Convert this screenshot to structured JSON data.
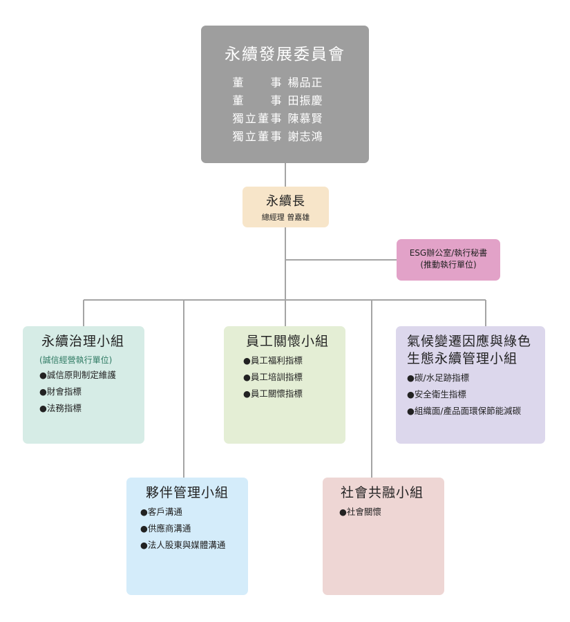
{
  "committee": {
    "title": "永續發展委員會",
    "members": [
      {
        "role": "董事",
        "name": "楊品正"
      },
      {
        "role": "董事",
        "name": "田振慶"
      },
      {
        "role": "獨立董事",
        "name": "陳慕賢"
      },
      {
        "role": "獨立董事",
        "name": "謝志鴻"
      }
    ]
  },
  "cso": {
    "title": "永續長",
    "subtitle": "總經理 曾嘉雄"
  },
  "esg_office": {
    "line1": "ESG辦公室/執行秘書",
    "line2": "(推動執行單位)"
  },
  "groups": {
    "governance": {
      "title": "永續治理小組",
      "note": "(誠信經營執行單位)",
      "items": [
        "●誠信原則制定維護",
        "●財會指標",
        "●法務指標"
      ]
    },
    "staff": {
      "title": "員工關懷小組",
      "items": [
        "●員工福利指標",
        "●員工培訓指標",
        "●員工關懷指標"
      ]
    },
    "climate": {
      "title_line1": "氣候變遷因應與綠色",
      "title_line2": "生態永續管理小組",
      "items": [
        "●碳/水足跡指標",
        "●安全衛生指標",
        "●組織面/產品面環保節能減碳"
      ]
    },
    "partner": {
      "title": "夥伴管理小組",
      "items": [
        "●客戶溝通",
        "●供應商溝通",
        "●法人股東與媒體溝通"
      ]
    },
    "social": {
      "title": "社會共融小組",
      "items": [
        "●社會關懷"
      ]
    }
  },
  "colors": {
    "committee": "#9e9e9e",
    "cso": "#f7e5c9",
    "esg_office": "#e2a2c8",
    "governance": "#d6ece6",
    "staff": "#e4eed5",
    "climate": "#dcd7ec",
    "partner": "#d4ecfa",
    "social": "#eed6d4",
    "connector": "#9e9e9e"
  }
}
